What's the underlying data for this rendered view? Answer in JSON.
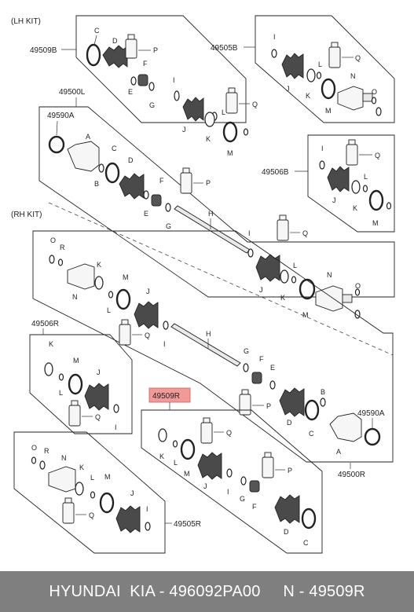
{
  "kits": {
    "lh": "(LH KIT)",
    "rh": "(RH KIT)"
  },
  "assemblies": {
    "a49509B": "49509B",
    "a49505B": "49505B",
    "a49500L": "49500L",
    "a49590A_top": "49590A",
    "a49506B": "49506B",
    "a49506R": "49506R",
    "a49509R": "49509R",
    "a49590A_bottom": "49590A",
    "a49500R": "49500R",
    "a49505R": "49505R"
  },
  "letters": {
    "A": "A",
    "B": "B",
    "C": "C",
    "D": "D",
    "E": "E",
    "F": "F",
    "G": "G",
    "H": "H",
    "I": "I",
    "J": "J",
    "K": "K",
    "L": "L",
    "M": "M",
    "N": "N",
    "O": "O",
    "P": "P",
    "Q": "Q",
    "R": "R"
  },
  "highlight_color": "#f29a9a",
  "footer": {
    "brand": "HYUNDAI  KIA - 496092PA00",
    "part": "N - 49509R"
  }
}
